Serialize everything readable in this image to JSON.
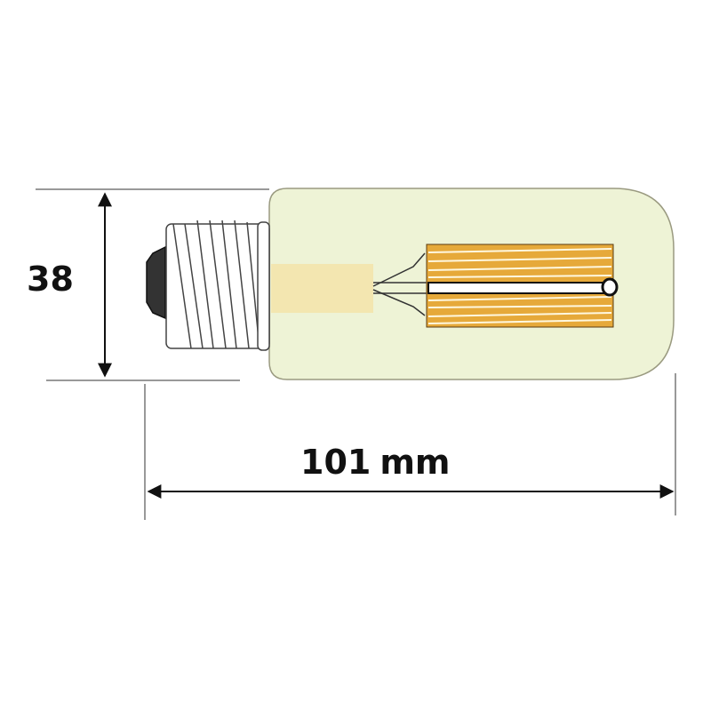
{
  "dimensions": {
    "height_value": "38",
    "length_value": "101",
    "length_unit": "mm"
  },
  "colors": {
    "glass": "#eef3d6",
    "filament": "#e6a93a",
    "stem": "#f3e6b0",
    "lines": "#999999"
  }
}
